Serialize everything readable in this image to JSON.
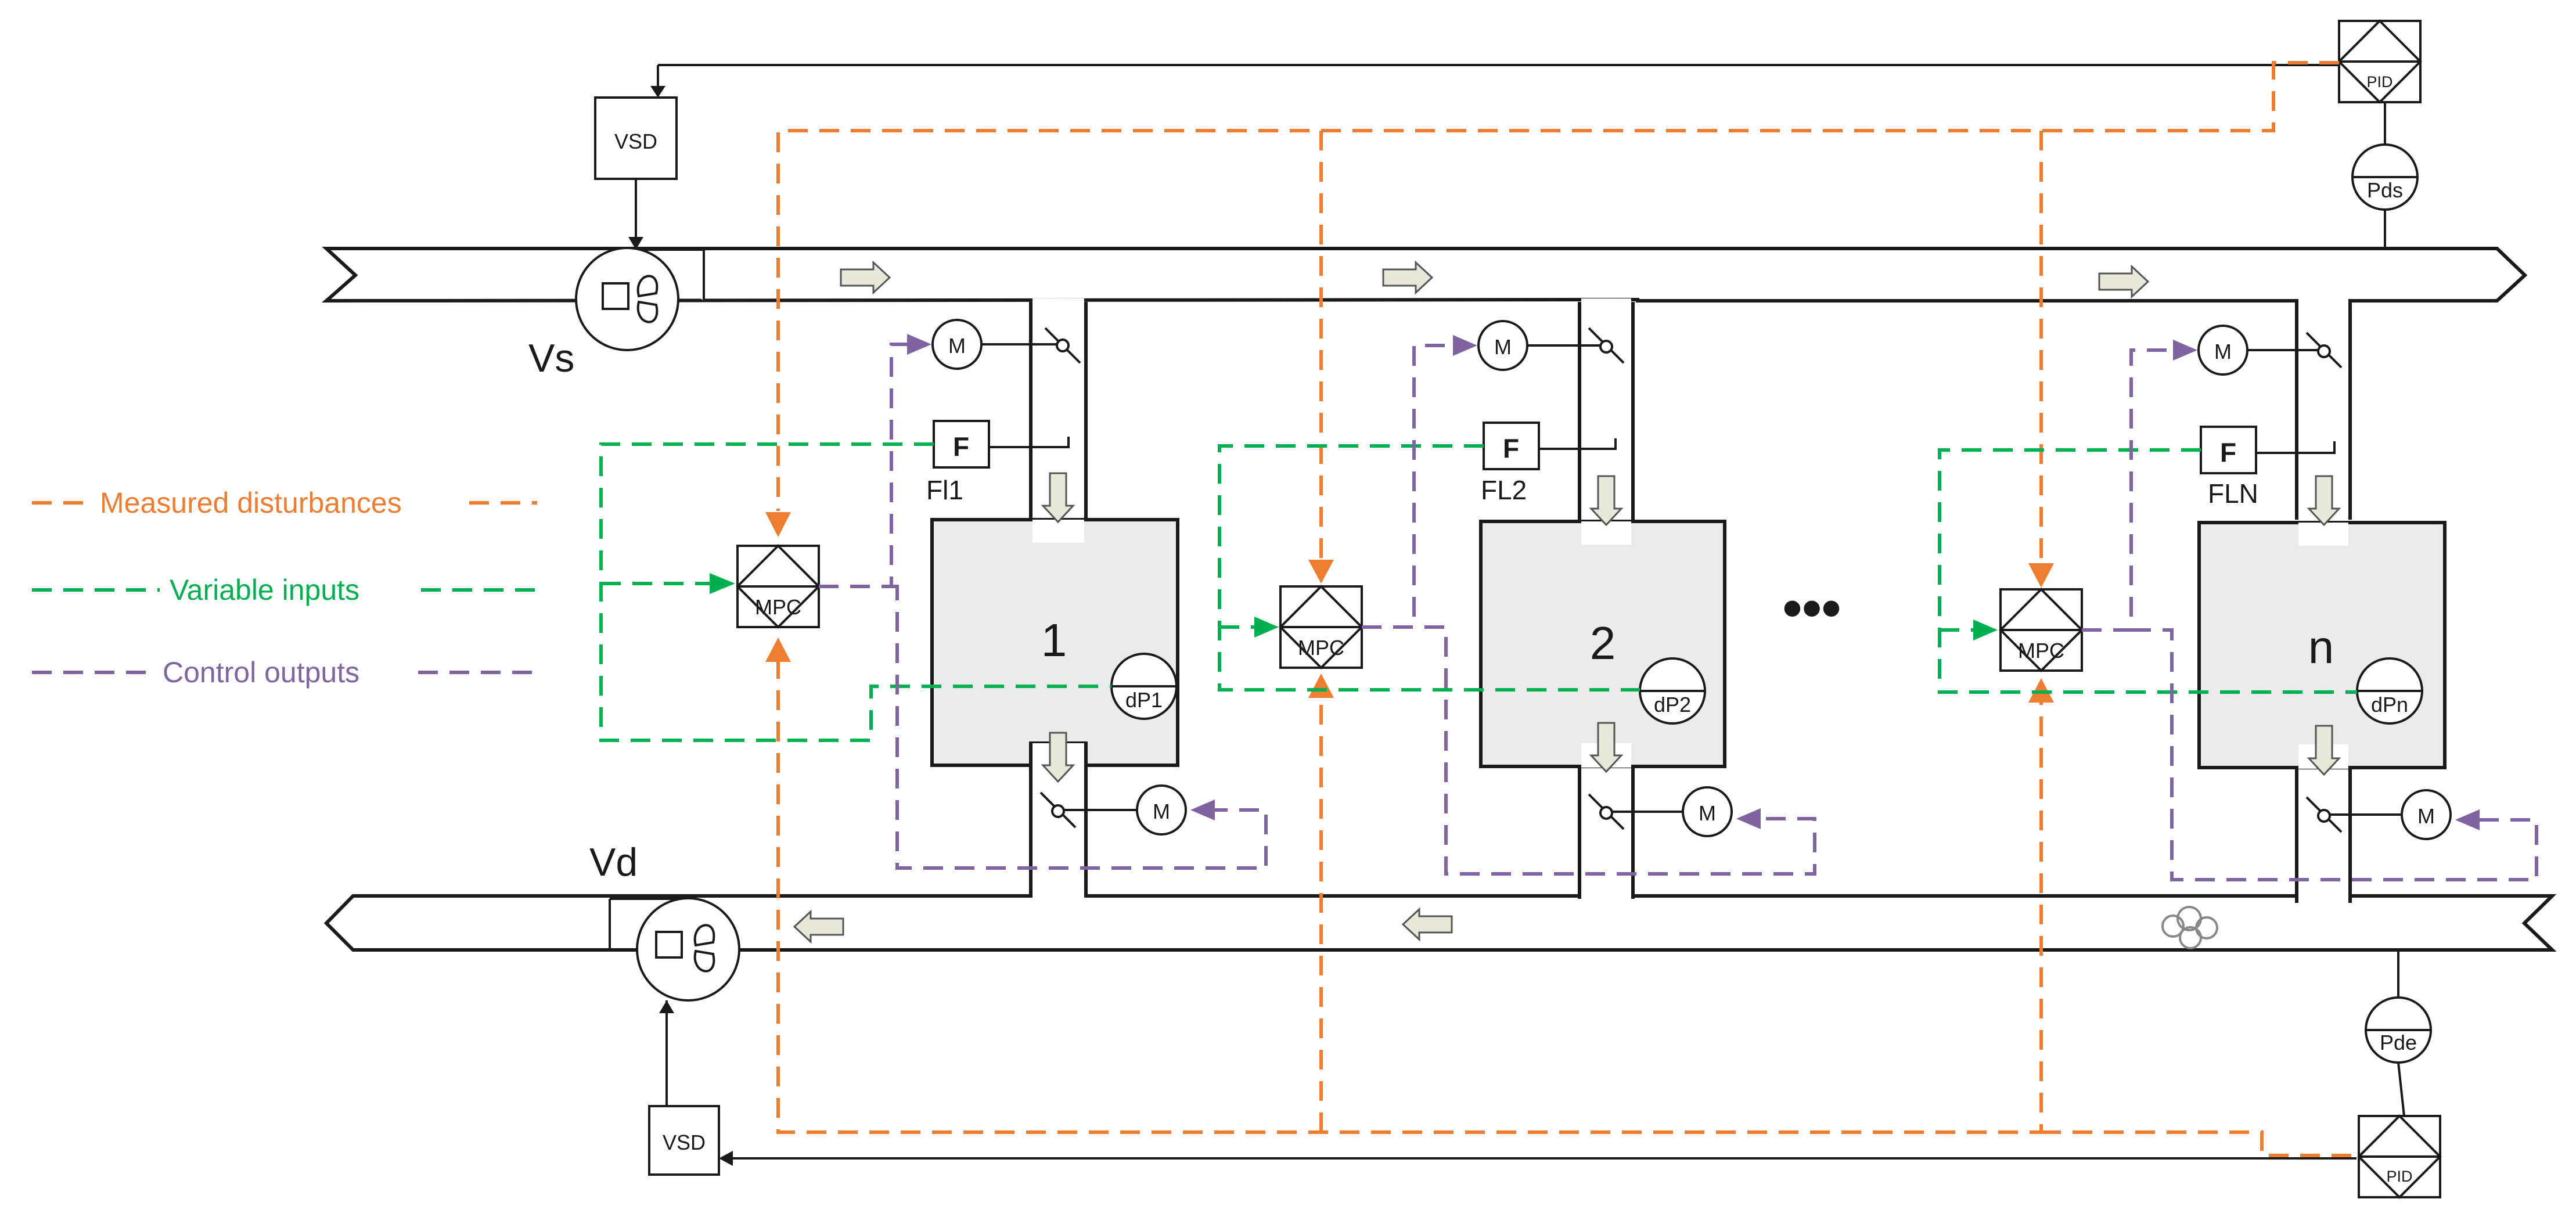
{
  "legend": {
    "measured_disturbances": "Measured disturbances",
    "variable_inputs": "Variable inputs",
    "control_outputs": "Control outputs"
  },
  "colors": {
    "measured_disturbances": "#ed7d31",
    "variable_inputs": "#00b050",
    "control_outputs": "#8064a2",
    "room_fill": "#ebebeb"
  },
  "fans": {
    "supply_label": "Vs",
    "exhaust_label": "Vd",
    "supply_drive": "VSD",
    "exhaust_drive": "VSD"
  },
  "pressure_controllers": {
    "supply_sensor": "Pds",
    "exhaust_sensor": "Pde",
    "supply_controller": "PID",
    "exhaust_controller": "PID"
  },
  "zones": [
    {
      "room": "1",
      "flow_sensor_symbol": "F",
      "flow_label": "Fl1",
      "dp_label": "dP1",
      "controller": "MPC",
      "motor_top": "M",
      "motor_bottom": "M"
    },
    {
      "room": "2",
      "flow_sensor_symbol": "F",
      "flow_label": "FL2",
      "dp_label": "dP2",
      "controller": "MPC",
      "motor_top": "M",
      "motor_bottom": "M"
    },
    {
      "room": "n",
      "flow_sensor_symbol": "F",
      "flow_label": "FLN",
      "dp_label": "dPn",
      "controller": "MPC",
      "motor_top": "M",
      "motor_bottom": "M"
    }
  ],
  "ellipsis": "•••",
  "icons": [
    "fan-icon",
    "damper-icon",
    "flow-direction-arrow-icon",
    "motor-icon",
    "cloud-icon"
  ]
}
